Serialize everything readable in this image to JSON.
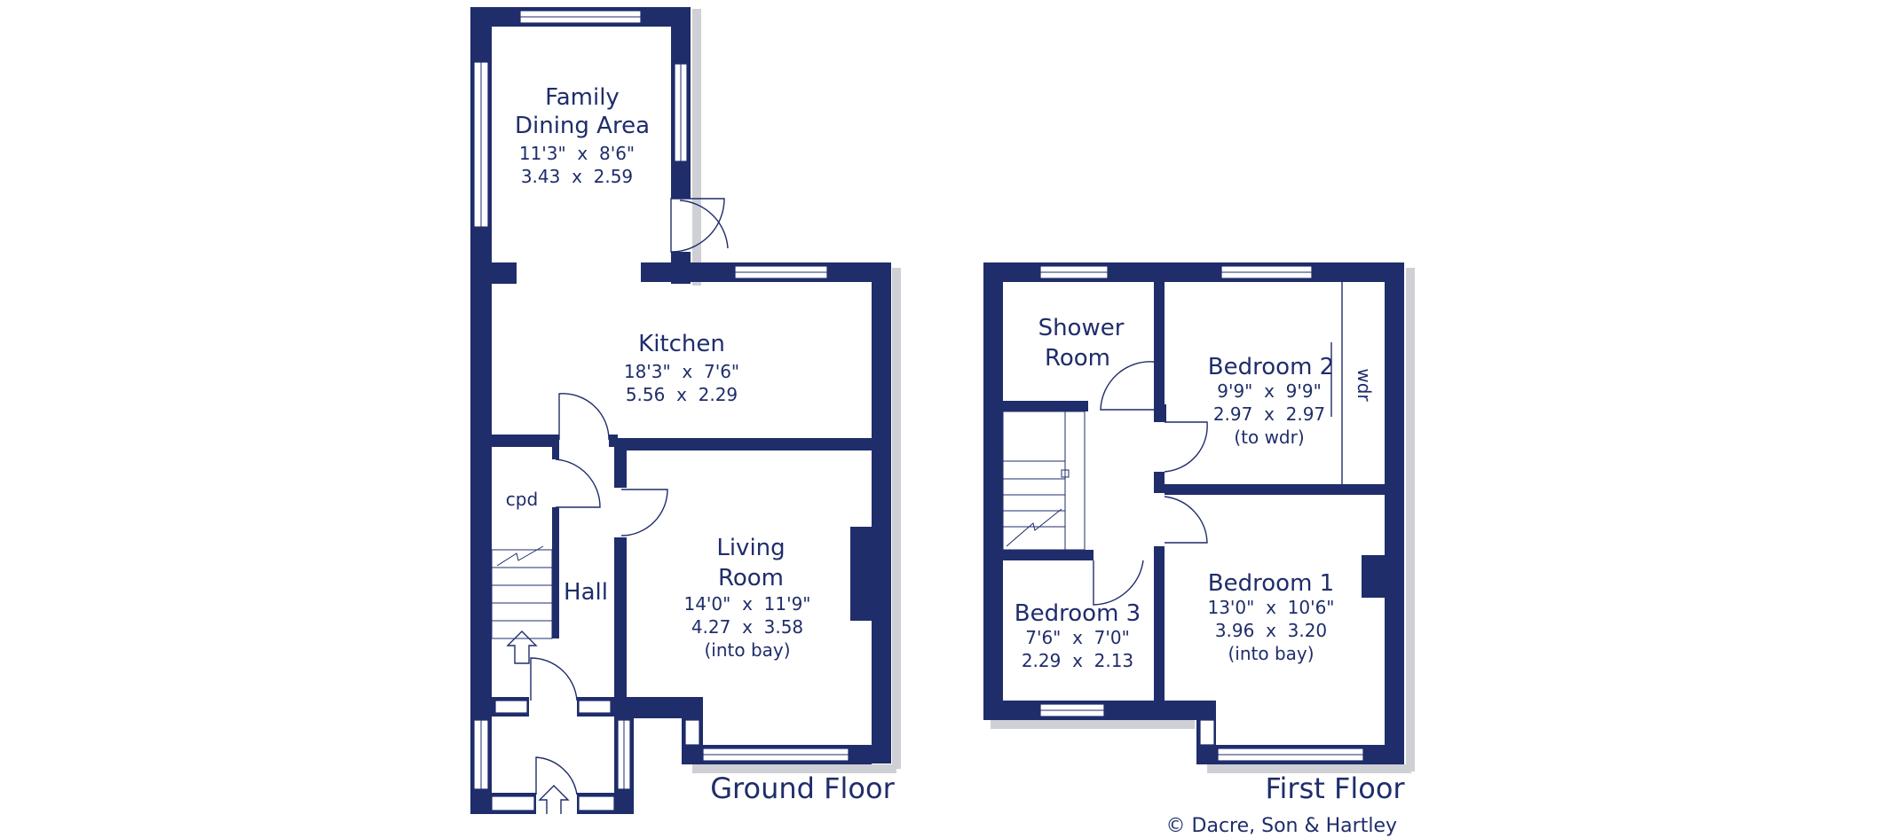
{
  "colors": {
    "wall": "#1f2d6b",
    "text": "#1f2d6b",
    "background": "#ffffff"
  },
  "floors": {
    "ground": {
      "label": "Ground Floor",
      "rooms": {
        "dining": {
          "name1": "Family",
          "name2": "Dining Area",
          "dim_imperial": "11'3\"  x  8'6\"",
          "dim_metric": "3.43  x  2.59"
        },
        "kitchen": {
          "name": "Kitchen",
          "dim_imperial": "18'3\"  x  7'6\"",
          "dim_metric": "5.56  x  2.29"
        },
        "living": {
          "name1": "Living",
          "name2": "Room",
          "dim_imperial": "14'0\"  x  11'9\"",
          "dim_metric": "4.27  x  3.58",
          "note": "(into bay)"
        },
        "hall": {
          "name": "Hall"
        },
        "cpd": {
          "name": "cpd"
        }
      }
    },
    "first": {
      "label": "First Floor",
      "rooms": {
        "shower": {
          "name1": "Shower",
          "name2": "Room"
        },
        "bedroom2": {
          "name": "Bedroom 2",
          "dim_imperial": "9'9\"  x  9'9\"",
          "dim_metric": "2.97  x  2.97",
          "note": "(to wdr)",
          "wdr": "wdr"
        },
        "bedroom1": {
          "name": "Bedroom 1",
          "dim_imperial": "13'0\"  x  10'6\"",
          "dim_metric": "3.96  x  3.20",
          "note": "(into bay)"
        },
        "bedroom3": {
          "name": "Bedroom 3",
          "dim_imperial": "7'6\"  x  7'0\"",
          "dim_metric": "2.29  x  2.13"
        }
      }
    }
  },
  "copyright": "© Dacre, Son & Hartley"
}
